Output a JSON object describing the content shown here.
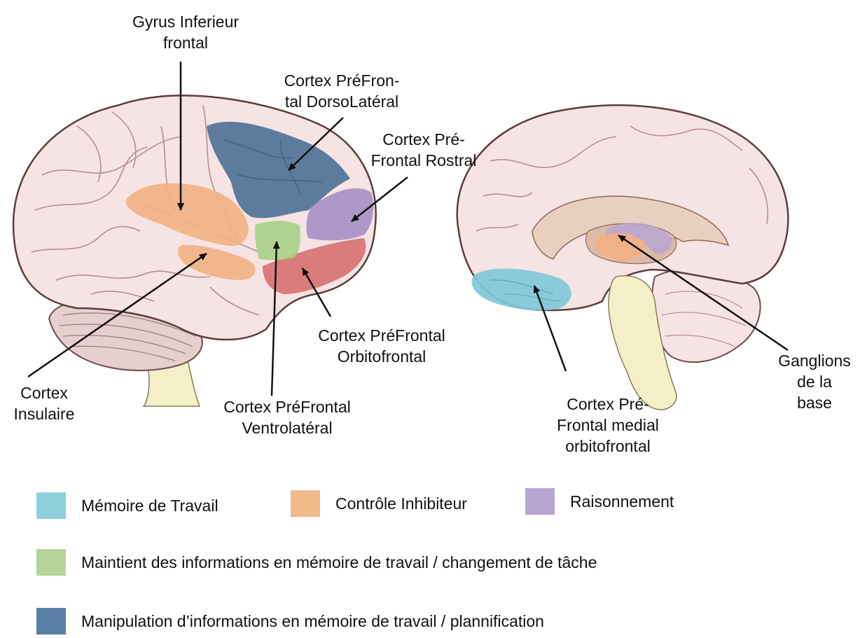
{
  "labels": {
    "gyrus_inferieur_frontal": [
      "Gyrus Inferieur",
      "frontal"
    ],
    "cpf_dorsolateral": [
      "Cortex PréFron-",
      "tal DorsoLatéral"
    ],
    "cpf_rostral": [
      "Cortex Pré-",
      "Frontal Rostral"
    ],
    "cpf_orbitofrontal": [
      "Cortex PréFrontal",
      "Orbitofrontal"
    ],
    "cortex_insulaire": [
      "Cortex",
      "Insulaire"
    ],
    "cpf_ventrolateral": [
      "Cortex PréFrontal",
      "Ventrolatéral"
    ],
    "cpf_medial_orbitofrontal": [
      "Cortex Pré-",
      "Frontal medial",
      "orbitofrontal"
    ],
    "ganglions_base": [
      "Ganglions",
      "de la",
      "base"
    ]
  },
  "legend": [
    {
      "text": "Mémoire de Travail",
      "color": "#8fcfdc"
    },
    {
      "text": "Contrôle Inhibiteur",
      "color": "#f2b98b"
    },
    {
      "text": "Raisonnement",
      "color": "#b8a6d0"
    },
    {
      "text": "Maintient des informations en mémoire de travail / changement de tâche",
      "color": "#b7d49a"
    },
    {
      "text": "Manipulation d’informations en mémoire de travail / plannification",
      "color": "#5a7ea6"
    }
  ],
  "colors": {
    "brain_fill": "#f6e3e3",
    "brain_outline": "#5a3e3e",
    "cerebellum": "#e6cfcf",
    "brainstem": "#f4efc8",
    "dlpfc": "#4f7297",
    "rostral": "#a68fc4",
    "orbitofrontal": "#d56a6a",
    "ventrolateral": "#a8cf86",
    "inhibition": "#f2b083",
    "working_memory": "#7fc9d9"
  }
}
